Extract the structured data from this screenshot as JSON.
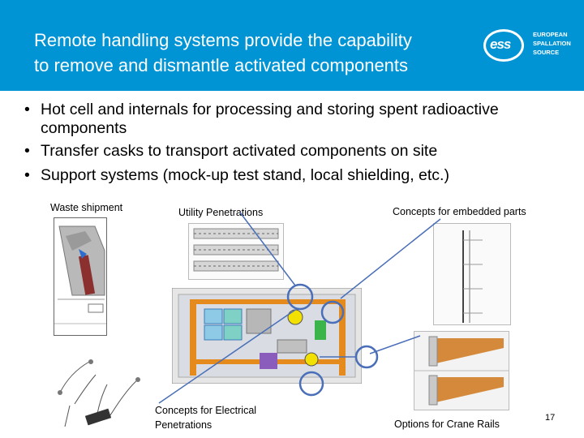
{
  "slide": {
    "title_line1": "Remote handling systems provide the capability",
    "title_line2": "to remove and dismantle activated components",
    "logo": {
      "brand": "ess",
      "text_line1": "EUROPEAN",
      "text_line2": "SPALLATION",
      "text_line3": "SOURCE"
    },
    "bullets": [
      "Hot cell and internals for processing and storing spent radioactive components",
      "Transfer casks to transport activated components on site",
      "Support systems (mock-up test stand, local shielding, etc.)"
    ],
    "labels": {
      "waste_shipment": "Waste shipment",
      "utility_penetrations": "Utility Penetrations",
      "embedded_parts": "Concepts for embedded parts",
      "electrical_penetrations_line1": "Concepts for Electrical",
      "electrical_penetrations_line2": "Penetrations",
      "crane_rails": "Options for Crane Rails"
    },
    "page_number": "17",
    "colors": {
      "header": "#0094d4",
      "callout": "#4a6fb8"
    }
  }
}
